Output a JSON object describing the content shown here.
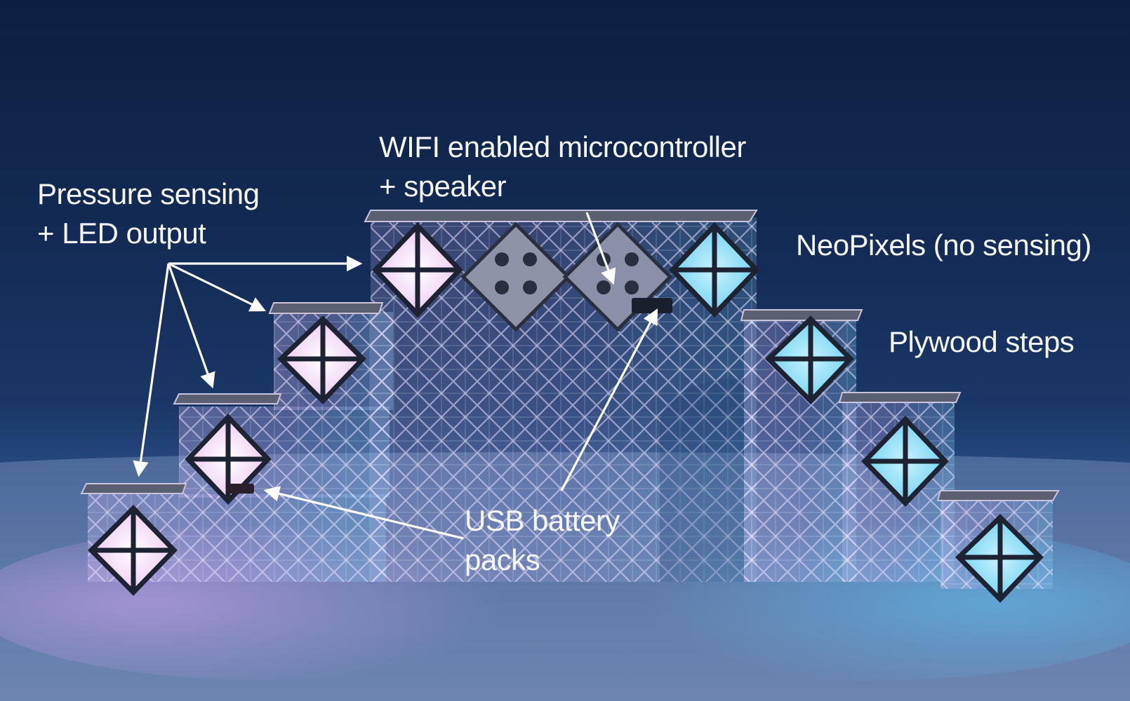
{
  "annotations": {
    "pressure": [
      "Pressure sensing",
      "+ LED output"
    ],
    "wifi": [
      "WIFI enabled microcontroller",
      "+ speaker"
    ],
    "neopixels": "NeoPixels (no sensing)",
    "plywood": "Plywood steps",
    "usb": [
      "USB battery",
      "packs"
    ]
  },
  "colors": {
    "background": "#132b55",
    "pink_led": "#f3d4f6",
    "blue_led": "#7fd6f3",
    "label_text": "#f4f6fb"
  }
}
